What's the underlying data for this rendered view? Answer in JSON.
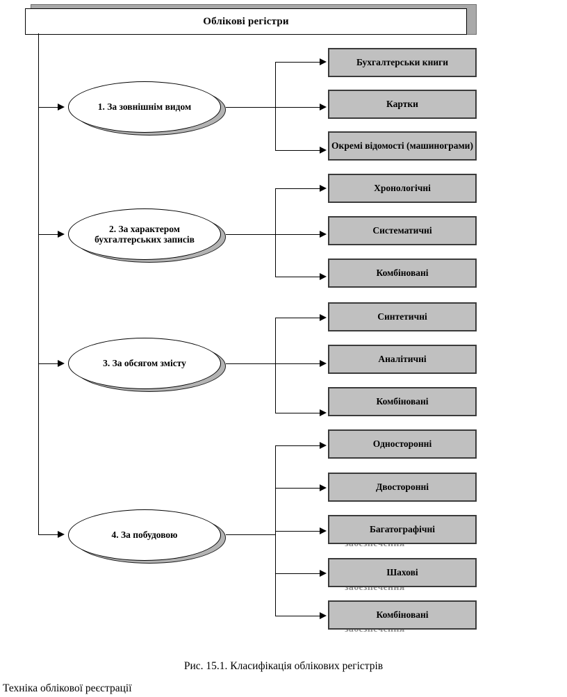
{
  "figure": {
    "title": "Облікові регістри",
    "caption": "Рис. 15.1. Класифікація облікових регістрів",
    "footer": "Техніка облікової реєстрації",
    "colors": {
      "leaf_fill": "#c0c0c0",
      "leaf_border": "#3a3a3a",
      "shadow": "#b3b3b3",
      "line": "#000000",
      "background": "#ffffff"
    }
  },
  "groups": [
    {
      "id": "group-1",
      "node_label": "1. За зовнішнім видом",
      "leaves": [
        {
          "label": "Бухгалтерськи книги"
        },
        {
          "label": "Картки"
        },
        {
          "label": "Окремі відомості (машинограми)"
        }
      ]
    },
    {
      "id": "group-2",
      "node_label": "2. За характером бухгалтерських записів",
      "leaves": [
        {
          "label": "Хронологічні"
        },
        {
          "label": "Систематичні"
        },
        {
          "label": "Комбіновані"
        }
      ]
    },
    {
      "id": "group-3",
      "node_label": "3. За обсягом змісту",
      "leaves": [
        {
          "label": "Синтетичні"
        },
        {
          "label": "Аналітичні"
        },
        {
          "label": "Комбіновані"
        }
      ]
    },
    {
      "id": "group-4",
      "node_label": "4. За побудовою",
      "leaves": [
        {
          "label": "Односторонні"
        },
        {
          "label": "Двосторонні"
        },
        {
          "label": "Багатографічні"
        },
        {
          "label": "Шахові"
        },
        {
          "label": "Комбіновані"
        }
      ]
    }
  ],
  "artifacts": {
    "ghost_text": "забезпечення",
    "occurrences": 3
  }
}
